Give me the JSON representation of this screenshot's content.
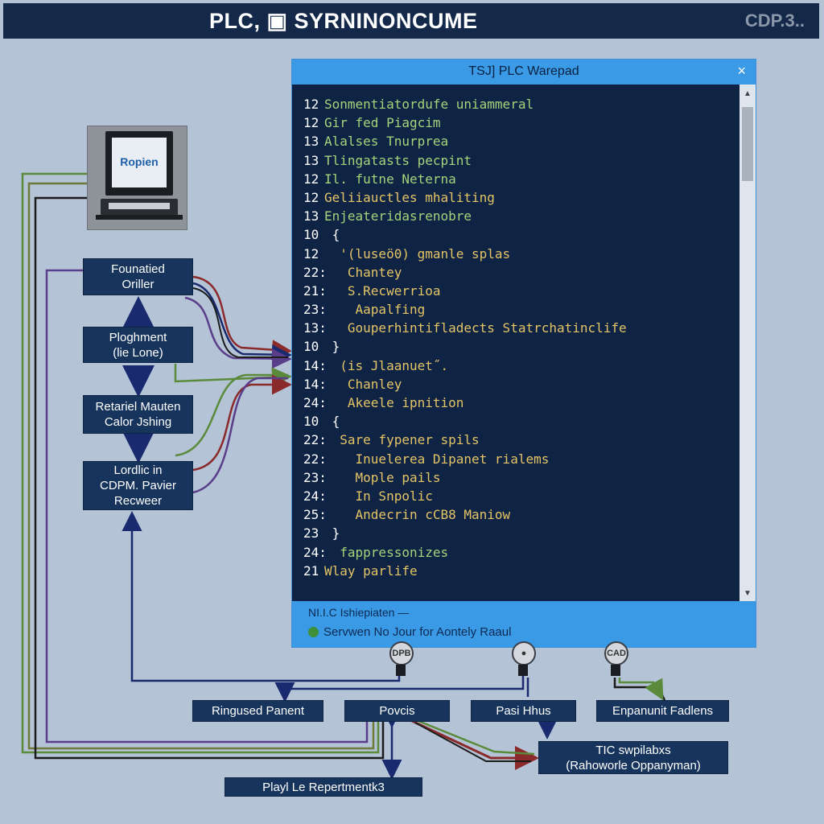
{
  "header": {
    "title": "PLC, ▣ SYRNINONCUME",
    "badge": "CDP.3.."
  },
  "computer": {
    "screen_text": "Ropien"
  },
  "left_nodes": [
    {
      "lines": [
        "Founatied",
        "Oriller"
      ]
    },
    {
      "lines": [
        "Ploghment",
        "(lie Lone)"
      ]
    },
    {
      "lines": [
        "Retariel Mauten",
        "Calor Jshing"
      ]
    },
    {
      "lines": [
        "Lordlic in",
        "CDPM. Pavier",
        "Recweer"
      ]
    }
  ],
  "window": {
    "title": "TSJ] PLC Warepad",
    "close_label": "×",
    "code_lines": [
      {
        "num": "12",
        "text": "Sonmentiatordufe uniammeral",
        "color": "#a8d27a"
      },
      {
        "num": "12",
        "text": "Gir fed Piagcim",
        "color": "#a8d27a"
      },
      {
        "num": "13",
        "text": "Alalses Tnurprea",
        "color": "#a8d27a"
      },
      {
        "num": "13",
        "text": "Tlingatasts pecpint",
        "color": "#a8d27a"
      },
      {
        "num": "12",
        "text": "Il. futne Neterna",
        "color": "#a8d27a"
      },
      {
        "num": "12",
        "text": "Geliiauctles mhaliting",
        "color": "#e4c465"
      },
      {
        "num": "13",
        "text": "Enjeateridasrenobre",
        "color": "#a8d27a"
      },
      {
        "num": "10",
        "text": " {",
        "color": "#ffffff"
      },
      {
        "num": "12",
        "text": "  '(luseö0) gmanle splas",
        "color": "#e4c465"
      },
      {
        "num": "22:",
        "text": "   Chantey",
        "color": "#e4c465"
      },
      {
        "num": "21:",
        "text": "   S.Recwerrioa",
        "color": "#e4c465"
      },
      {
        "num": "23:",
        "text": "    Aapalfing",
        "color": "#e4c465"
      },
      {
        "num": "13:",
        "text": "   Gouperhintifladects Statrchatinclife",
        "color": "#e4c465"
      },
      {
        "num": "10",
        "text": " }",
        "color": "#ffffff"
      },
      {
        "num": "14:",
        "text": "  (is Jlaanuet˝.",
        "color": "#e4c465"
      },
      {
        "num": "14:",
        "text": "   Chanley",
        "color": "#e4c465"
      },
      {
        "num": "24:",
        "text": "   Akeele ipnition",
        "color": "#e4c465"
      },
      {
        "num": "10",
        "text": " {",
        "color": "#ffffff"
      },
      {
        "num": "22:",
        "text": "  Sare fypener spils",
        "color": "#e4c465"
      },
      {
        "num": "22:",
        "text": "    Inuelerea Dipanet rialems",
        "color": "#e4c465"
      },
      {
        "num": "23:",
        "text": "    Moplе pails",
        "color": "#e4c465"
      },
      {
        "num": "24:",
        "text": "    In Snpolic",
        "color": "#e4c465"
      },
      {
        "num": "25:",
        "text": "    Andecrin cCB8 Maniow",
        "color": "#e4c465"
      },
      {
        "num": "23",
        "text": " }",
        "color": "#ffffff"
      },
      {
        "num": "24:",
        "text": "  fappressonizes",
        "color": "#a8d27a"
      },
      {
        "num": "21",
        "text": "Wlay parlife",
        "color": "#e4c465"
      }
    ],
    "status": {
      "heading": "NI.I.C Ishiepiaten —",
      "line": "Servwen No Jour for Aontely Raaul"
    }
  },
  "connectors": [
    {
      "label": "DPB"
    },
    {
      "label": "●"
    },
    {
      "label": "CAD"
    }
  ],
  "bottom_nodes": [
    {
      "label": "Ringused Panent"
    },
    {
      "label": "Povcis"
    },
    {
      "label": "Pasi Hhus"
    },
    {
      "label": "Enpanunit Fadlens"
    }
  ],
  "bottom_right_node": {
    "lines": [
      "TIC swpilabxs",
      "(Rahoworle Oppanyman)"
    ]
  },
  "bottom_center_node": {
    "label": "Playl Le Repertmentk3"
  },
  "colors": {
    "background": "#b4c3d6",
    "title_bar": "#14284a",
    "node_fill": "#16345c",
    "window_accent": "#3a9ae6",
    "editor_bg": "#0f2445",
    "wire_navy": "#1a2a6e",
    "wire_red": "#8b2a2a",
    "wire_green": "#5a8a3a",
    "wire_purple": "#5a3e8a",
    "wire_black": "#1b1b1b"
  }
}
